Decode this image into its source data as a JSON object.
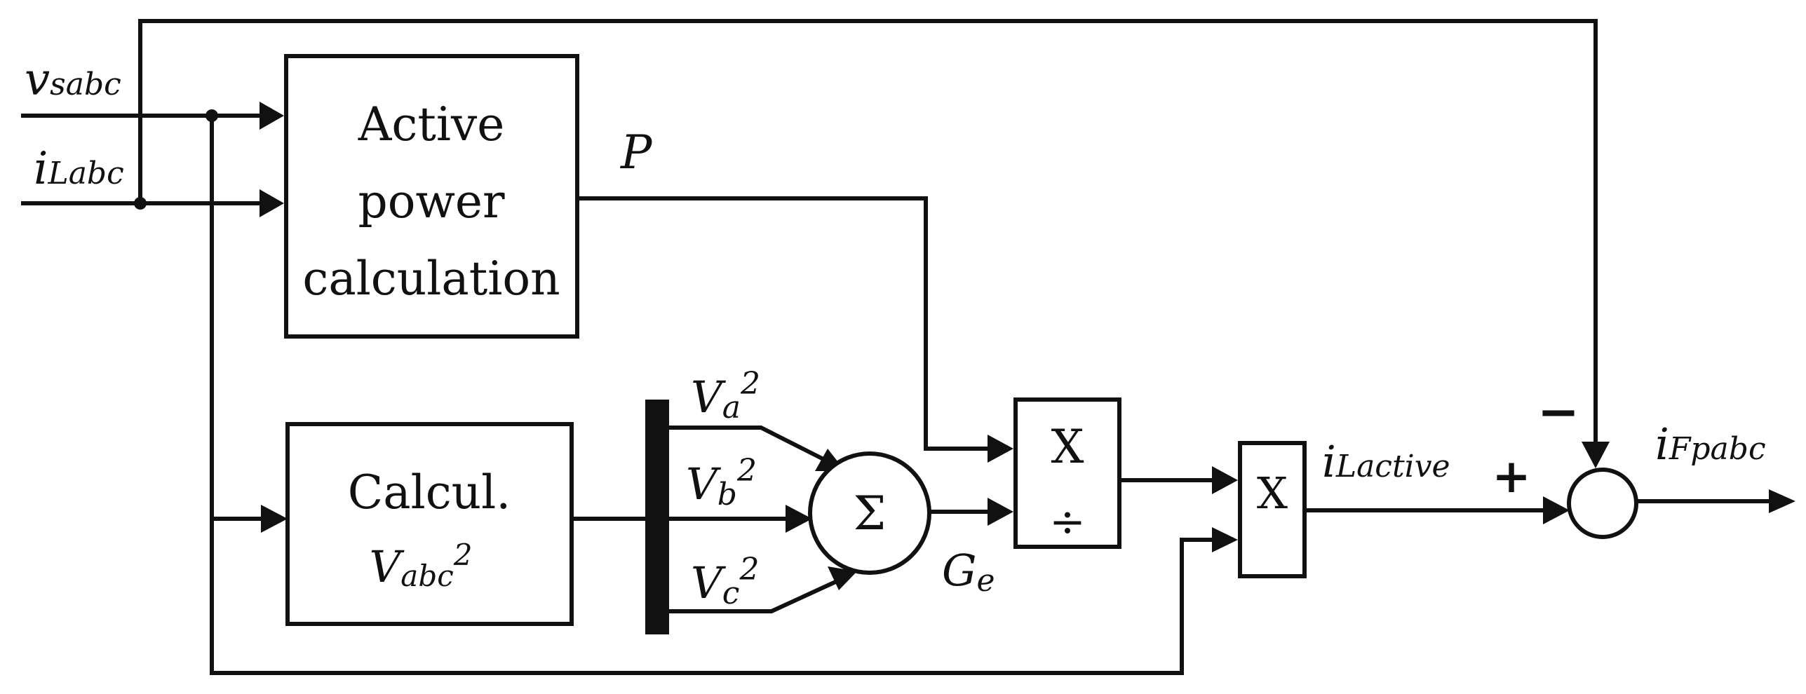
{
  "signals": {
    "v_main": "v",
    "v_sub": "sabc",
    "i_main": "i",
    "i_sub": "Labc",
    "p": "P",
    "ge_main": "G",
    "ge_sub": "e",
    "ilactive_main": "i",
    "ilactive_sub": "Lactive",
    "ifpabc_main": "i",
    "ifpabc_sub": "Fpabc"
  },
  "blocks": {
    "active_power_line1": "Active",
    "active_power_line2": "power",
    "active_power_line3": "calculation",
    "calc_line1": "Calcul.",
    "calc_v_main": "V",
    "calc_v_sub": "abc",
    "calc_v_sup": "2",
    "mult_div_top": "X",
    "mult_div_bottom": "÷",
    "mult2": "X",
    "sigma": "Σ"
  },
  "demux": {
    "va_main": "V",
    "va_sub": "a",
    "va_sup": "2",
    "vb_main": "V",
    "vb_sub": "b",
    "vb_sup": "2",
    "vc_main": "V",
    "vc_sub": "c",
    "vc_sup": "2"
  },
  "summing_junction": {
    "plus": "+",
    "minus": "−"
  }
}
